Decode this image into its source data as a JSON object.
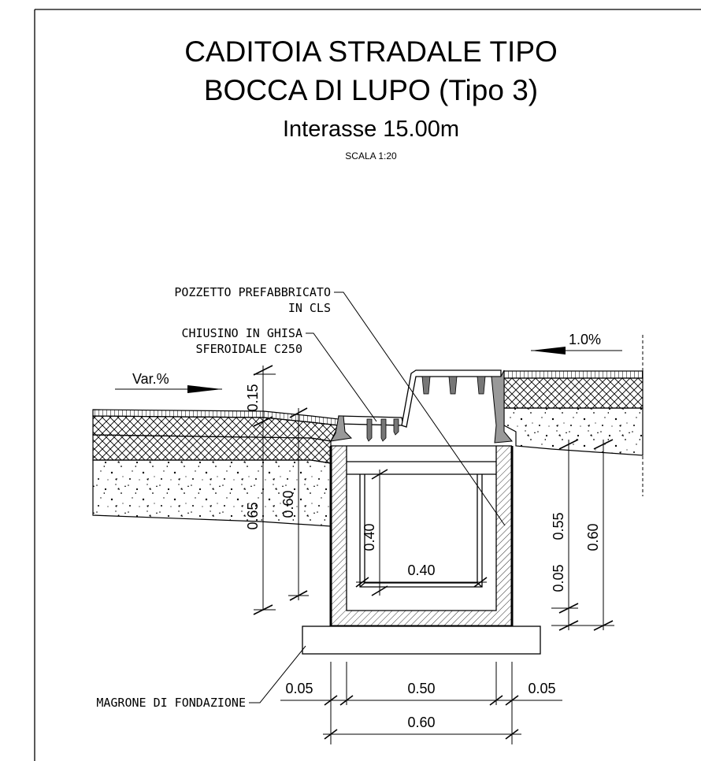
{
  "title": {
    "line1": "CADITOIA STRADALE TIPO",
    "line2": "BOCCA DI LUPO (Tipo 3)",
    "line3": "Interasse 15.00m",
    "scale": "SCALA 1:20"
  },
  "callouts": {
    "pozzetto_line1": "POZZETTO PREFABBRICATO",
    "pozzetto_line2": "IN CLS",
    "chiusino_line1": "CHIUSINO IN GHISA",
    "chiusino_line2": "SFEROIDALE C250",
    "magrone": "MAGRONE DI FONDAZIONE"
  },
  "slopes": {
    "left": "Var.%",
    "right": "1.0%"
  },
  "dimensions": {
    "left_015": "0.15",
    "left_065": "0.65",
    "left_060": "0.60",
    "inner_height": "0.40",
    "inner_width": "0.40",
    "right_055": "0.55",
    "right_005": "0.05",
    "right_060": "0.60",
    "bottom_left_005": "0.05",
    "bottom_050": "0.50",
    "bottom_right_005": "0.05",
    "bottom_total_060": "0.60"
  }
}
